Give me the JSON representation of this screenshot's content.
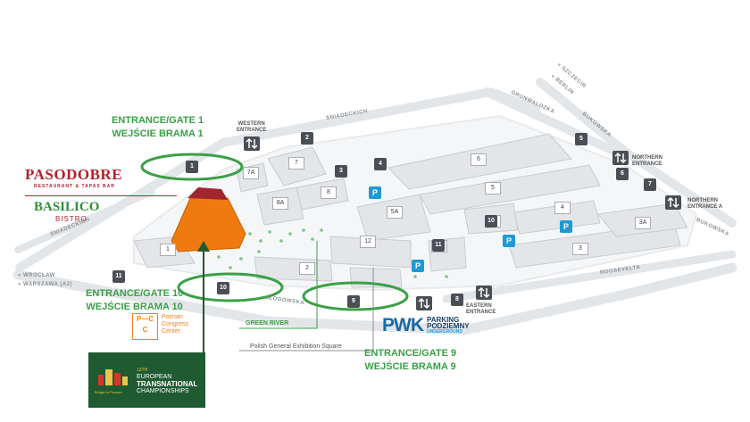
{
  "gates": {
    "gate1": [
      "ENTRANCE/GATE 1",
      "WEJŚCIE BRAMA 1"
    ],
    "gate10": [
      "ENTRANCE/GATE 10",
      "WEJŚCIE BRAMA 10"
    ],
    "gate9": [
      "ENTRANCE/GATE 9",
      "WEJŚCIE BRAMA 9"
    ]
  },
  "entrances": {
    "western": [
      "WESTERN",
      "ENTRANCE"
    ],
    "northern": [
      "NORTHERN",
      "ENTRANCE"
    ],
    "northern_a": [
      "NORTHERN",
      "ENTRANCE A"
    ],
    "eastern": [
      "EASTERN",
      "ENTRANCE"
    ]
  },
  "streets": {
    "sniadeckich_top": "ŚNIADECKICH",
    "sniadeckich_left": "ŚNIADECKICH",
    "grunwaldzka": "GRUNWALDZKA",
    "bukowska_top": "BUKOWSKA",
    "bukowska_right": "BUKOWSKA",
    "glogowska": "GŁOGOWSKA",
    "roosevelta": "ROOSEVELTA",
    "wroclaw": "« WROCŁAW",
    "warszawa": "« WARSZAWA (A2)",
    "szczecin": "« SZCZECIN",
    "berlin": "« BERLIN"
  },
  "pavilions": [
    "1",
    "1",
    "2",
    "2",
    "3",
    "3",
    "3A",
    "4",
    "4",
    "5",
    "5",
    "5A",
    "6",
    "6",
    "7",
    "7",
    "7A",
    "8",
    "8",
    "8A",
    "9",
    "10",
    "10",
    "11",
    "11",
    "12"
  ],
  "pavilion_badges": [
    "1",
    "2",
    "3",
    "4",
    "5",
    "6",
    "7",
    "8",
    "9",
    "10",
    "10",
    "11",
    "11"
  ],
  "parking_icon": "P",
  "restaurants": {
    "pasodobre": "PASODOBRE",
    "pasodobre_sub": "RESTAURANT & TAPAS BAR",
    "basilico": "BASILICO",
    "basilico_sub": "BISTRO"
  },
  "pcc": {
    "logo": "P—C\nC",
    "line1": "Poznan",
    "line2": "Congress",
    "line3": "Center"
  },
  "pwk": {
    "logo": "PWK",
    "line1": "PARKING",
    "line2": "PODZIEMNY",
    "line3": "UNDERGROUND"
  },
  "legend": {
    "green_river": "GREEN RIVER",
    "square": "Polish General Exhibition Square"
  },
  "etc": {
    "line1": "13TH",
    "line2": "EUROPEAN",
    "line3": "TRANSNATIONAL",
    "line4": "CHAMPIONSHIPS",
    "tagline": "Bridge to Poznań"
  },
  "colors": {
    "gate_green": "#3aa046",
    "pavilion": "#e3e5e8",
    "badge": "#4a4f55",
    "parking_blue": "#1e9ad6",
    "highlight_orange": "#ee7a10",
    "pasodobre_red": "#b5202a",
    "etc_green": "#1f5a31"
  }
}
